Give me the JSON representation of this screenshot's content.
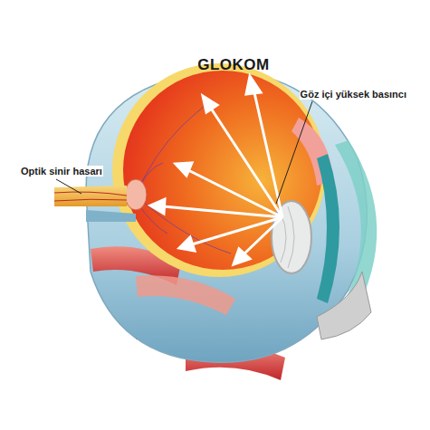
{
  "diagram": {
    "title": "GLOKOM",
    "labels": [
      "Optik sinir hasarı",
      "Göz içi yüksek basıncı"
    ]
  }
}
